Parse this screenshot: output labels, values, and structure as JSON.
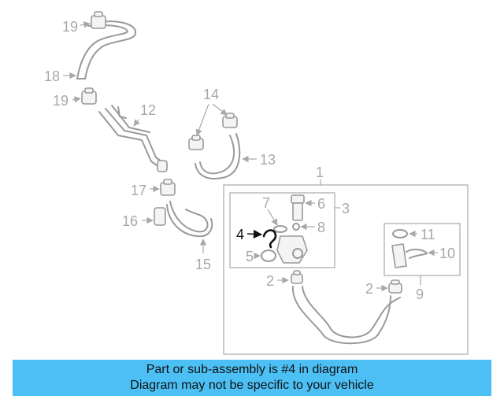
{
  "diagram": {
    "callouts": {
      "c1": "1",
      "c2a": "2",
      "c2b": "2",
      "c3": "3",
      "c4": "4",
      "c5": "5",
      "c6": "6",
      "c7": "7",
      "c8": "8",
      "c9": "9",
      "c10": "10",
      "c11": "11",
      "c12": "12",
      "c13": "13",
      "c14": "14",
      "c15": "15",
      "c16": "16",
      "c17": "17",
      "c18": "18",
      "c19a": "19",
      "c19b": "19"
    },
    "highlight_color": "#111111",
    "part_color": "#9a9a9a"
  },
  "banner": {
    "line1": "Part or sub-assembly is #4 in diagram",
    "line2": "Diagram may not be specific to your vehicle",
    "background": "#4cc0f4"
  }
}
